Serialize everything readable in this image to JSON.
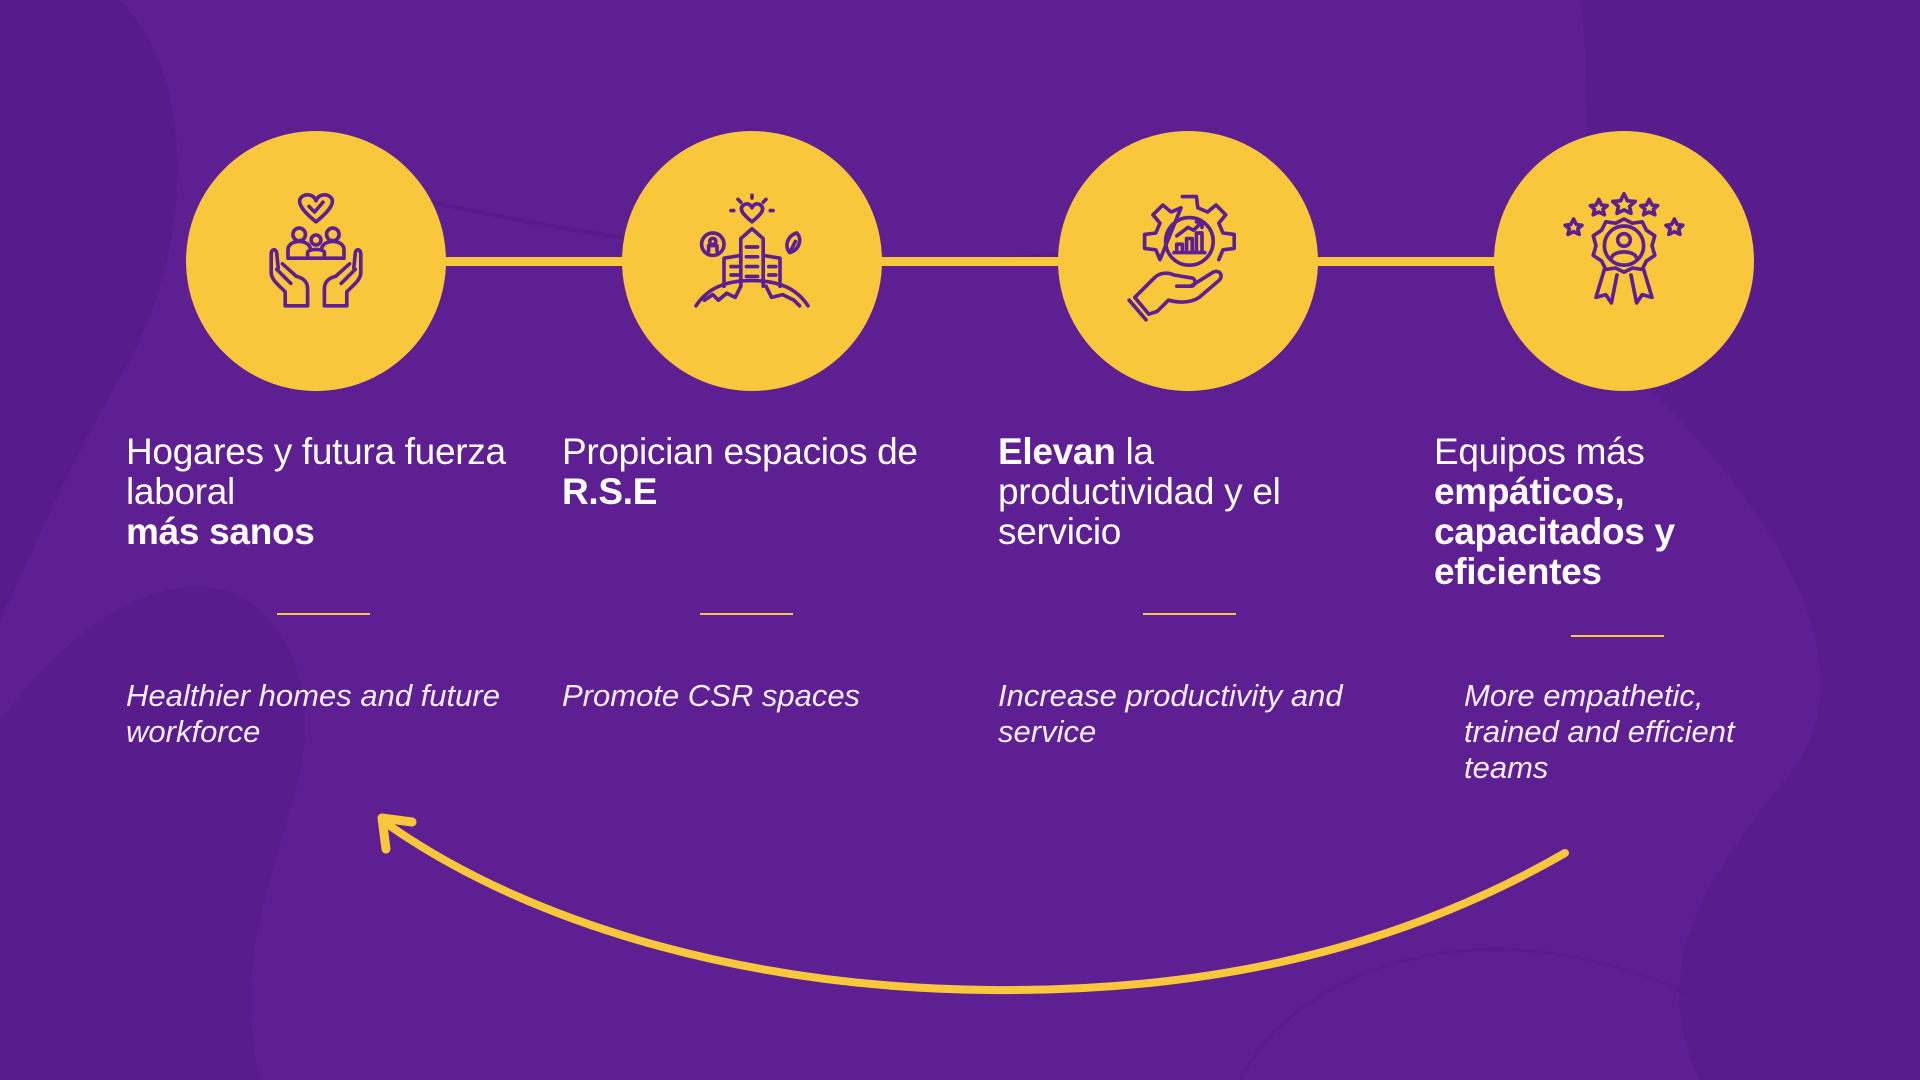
{
  "colors": {
    "background": "#5E1F93",
    "accent": "#F8C73C",
    "shape": "#561A88"
  },
  "steps": [
    {
      "icon": "family-care-hands-icon",
      "title": [
        {
          "t": "Hogares y futura fuerza laboral ",
          "b": false
        },
        {
          "t": "más sanos",
          "b": true
        }
      ],
      "subtitle": "Healthier homes and future workforce"
    },
    {
      "icon": "csr-city-globe-icon",
      "title": [
        {
          "t": "Propician espacios de ",
          "b": false
        },
        {
          "t": "R.S.E",
          "b": true
        }
      ],
      "subtitle": "Promote CSR spaces"
    },
    {
      "icon": "gear-hand-growth-icon",
      "title": [
        {
          "t": "Elevan",
          "b": true
        },
        {
          "t": " la productividad y el servicio",
          "b": false
        }
      ],
      "subtitle": "Increase productivity and service"
    },
    {
      "icon": "award-badge-stars-icon",
      "title": [
        {
          "t": "Equipos más ",
          "b": false
        },
        {
          "t": "empáticos, capacitados y eficientes",
          "b": true
        }
      ],
      "subtitle": "More empathetic, trained and efficient teams"
    }
  ]
}
